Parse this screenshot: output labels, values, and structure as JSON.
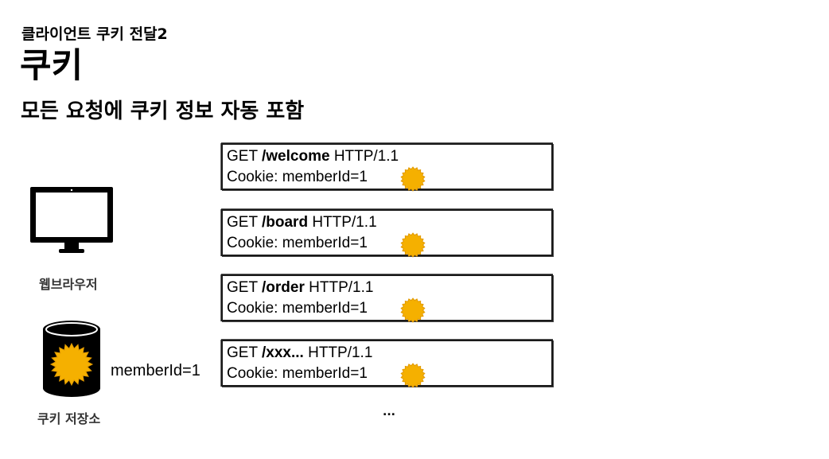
{
  "header": {
    "section": "클라이언트 쿠키 전달2",
    "title": "쿠키",
    "description": "모든 요청에 쿠키 정보 자동 포함"
  },
  "requests": [
    {
      "method": "GET",
      "path": "/welcome",
      "protocol": "HTTP/1.1",
      "cookie": "Cookie: memberId=1"
    },
    {
      "method": "GET",
      "path": "/board",
      "protocol": "HTTP/1.1",
      "cookie": "Cookie: memberId=1"
    },
    {
      "method": "GET",
      "path": "/order",
      "protocol": "HTTP/1.1",
      "cookie": "Cookie: memberId=1"
    },
    {
      "method": "GET",
      "path": "/xxx...",
      "protocol": "HTTP/1.1",
      "cookie": "Cookie: memberId=1"
    }
  ],
  "browser": {
    "label": "웹브라우저",
    "icon": "monitor-icon"
  },
  "cookie_store": {
    "label": "쿠키 저장소",
    "icon": "cylinder-storage-icon",
    "entry": "memberId=1"
  },
  "more": "...",
  "colors": {
    "cookie": "#f5b000",
    "cookie_edge": "#e29a00",
    "ink": "#000000",
    "label_gray": "#333333"
  }
}
